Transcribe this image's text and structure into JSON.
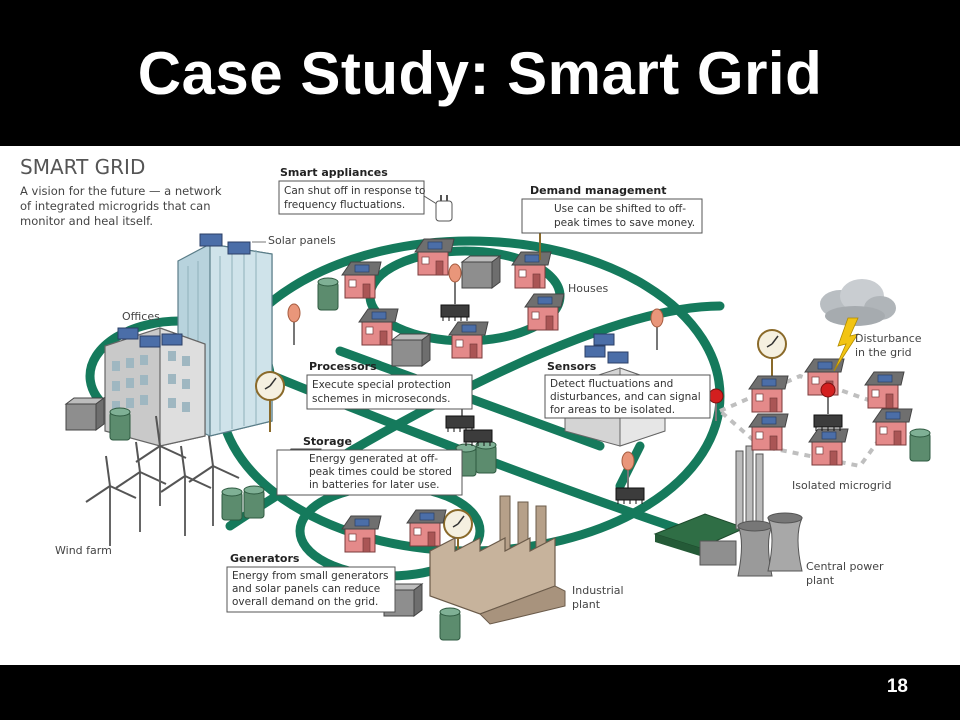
{
  "slide": {
    "title": "Case Study: Smart Grid",
    "page_number": "18"
  },
  "figure": {
    "heading": "SMART GRID",
    "intro_lines": [
      "A vision for the future — a network",
      "of integrated microgrids that can",
      "monitor and heal itself."
    ],
    "callouts": {
      "smart_appliances": {
        "title": "Smart appliances",
        "lines": [
          "Can shut off in response to",
          "frequency fluctuations."
        ]
      },
      "demand_management": {
        "title": "Demand management",
        "lines": [
          "Use can be shifted to off-",
          "peak times to save money."
        ]
      },
      "processors": {
        "title": "Processors",
        "lines": [
          "Execute special protection",
          "schemes in microseconds."
        ]
      },
      "sensors": {
        "title": "Sensors",
        "lines": [
          "Detect fluctuations and",
          "disturbances, and can signal",
          "for areas to be isolated."
        ]
      },
      "storage": {
        "title": "Storage",
        "lines": [
          "Energy generated at off-",
          "peak times could be stored",
          "in batteries for later use."
        ]
      },
      "generators": {
        "title": "Generators",
        "lines": [
          "Energy from small generators",
          "and solar panels can reduce",
          "overall demand on the grid."
        ]
      }
    },
    "labels": {
      "solar_panels": "Solar panels",
      "offices": "Offices",
      "houses": "Houses",
      "disturbance": [
        "Disturbance",
        "in the grid"
      ],
      "isolated_microgrid": "Isolated microgrid",
      "wind_farm": "Wind farm",
      "central_power_plant": [
        "Central power",
        "plant"
      ],
      "industrial_plant": [
        "Industrial",
        "plant"
      ]
    },
    "colors": {
      "grid_line": "#157a5c",
      "house_wall": "#e48a8a",
      "roof": "#6f6f6f",
      "building": "#b8d3dd",
      "tank": "#5c8c6e",
      "callout_border": "#555555"
    }
  }
}
